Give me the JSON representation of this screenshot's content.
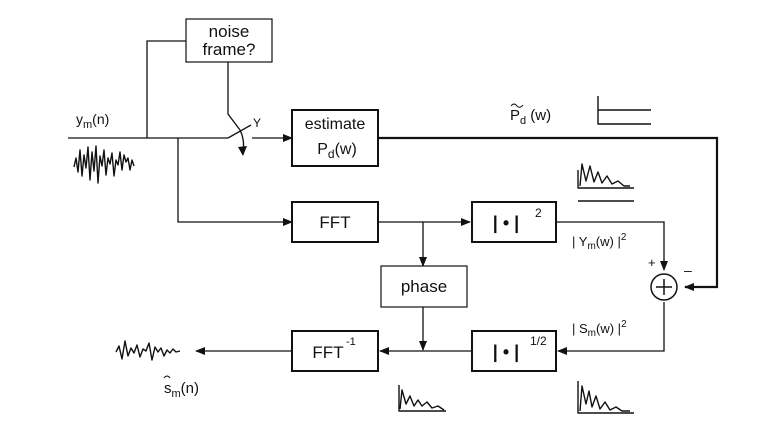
{
  "blocks": {
    "noise_frame": {
      "line1": "noise",
      "line2": "frame?"
    },
    "estimate": {
      "line1": "estimate",
      "line2_main": "P",
      "line2_sub": "d",
      "line2_rest": "(w)"
    },
    "fft": {
      "label": "FFT"
    },
    "magnitude_squared": {
      "label": "| • |",
      "exp": "2"
    },
    "phase": {
      "label": "phase"
    },
    "magnitude_sqrt": {
      "label": "| • |",
      "exp": "1/2"
    },
    "ifft": {
      "label": "FFT",
      "exp": "-1"
    }
  },
  "labels": {
    "input": {
      "main": "y",
      "sub": "m",
      "rest": "(n)"
    },
    "switch_out": "Y",
    "noise_psd": {
      "main": "P",
      "sub": "d",
      "rest": " (w)"
    },
    "y_power": {
      "pre": "| Y",
      "sub": "m",
      "rest": "(w) |",
      "exp": "2"
    },
    "s_power": {
      "pre": "| S",
      "sub": "m",
      "rest": "(w) |",
      "exp": "2"
    },
    "plus": "+",
    "minus": "–",
    "output": {
      "main": "s",
      "sub": "m",
      "rest": "(n)"
    }
  }
}
